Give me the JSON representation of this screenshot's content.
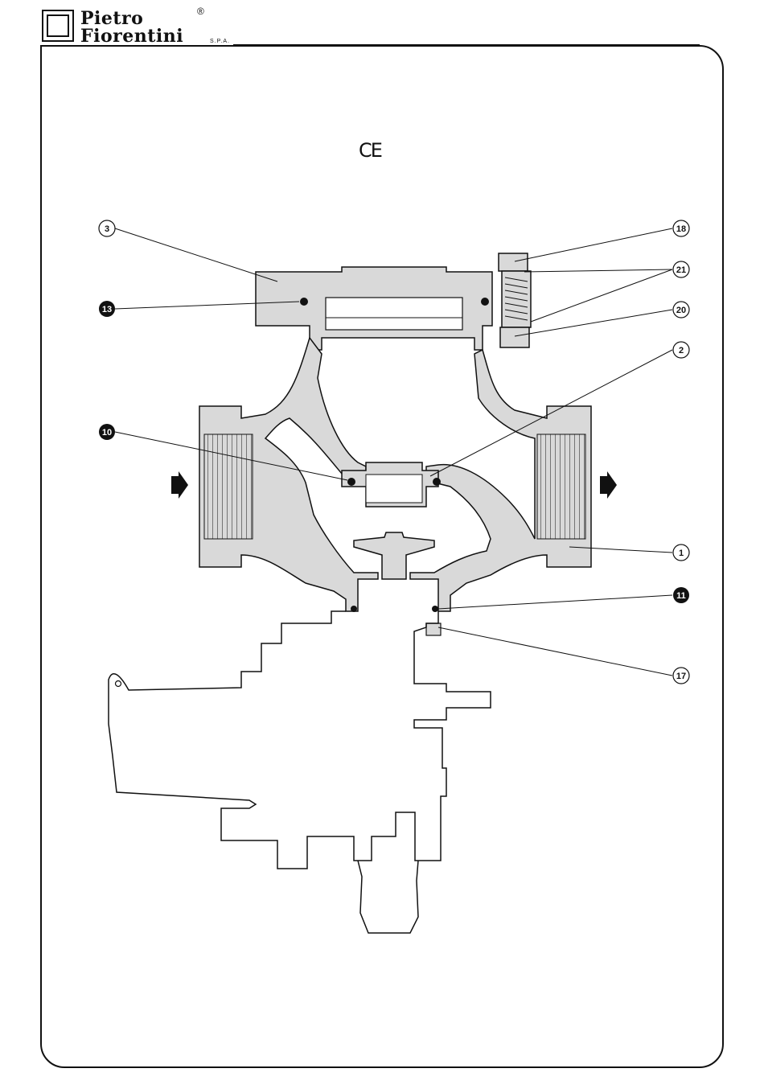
{
  "header": {
    "brand_line1": "Pietro",
    "brand_line2": "Fiorentini",
    "brand_suffix": "S.P.A.",
    "registered_mark": "®"
  },
  "marking": "CE",
  "callouts": [
    {
      "id": "callout-3",
      "label": "3",
      "style": "outline"
    },
    {
      "id": "callout-13",
      "label": "13",
      "style": "filled"
    },
    {
      "id": "callout-10",
      "label": "10",
      "style": "filled"
    },
    {
      "id": "callout-18",
      "label": "18",
      "style": "outline"
    },
    {
      "id": "callout-21",
      "label": "21",
      "style": "outline"
    },
    {
      "id": "callout-20",
      "label": "20",
      "style": "outline"
    },
    {
      "id": "callout-2",
      "label": "2",
      "style": "outline"
    },
    {
      "id": "callout-1",
      "label": "1",
      "style": "outline"
    },
    {
      "id": "callout-11",
      "label": "11",
      "style": "filled"
    },
    {
      "id": "callout-17",
      "label": "17",
      "style": "outline"
    }
  ],
  "colors": {
    "section_fill": "#d9d9d9",
    "line": "#111111",
    "seal": "#111111"
  }
}
